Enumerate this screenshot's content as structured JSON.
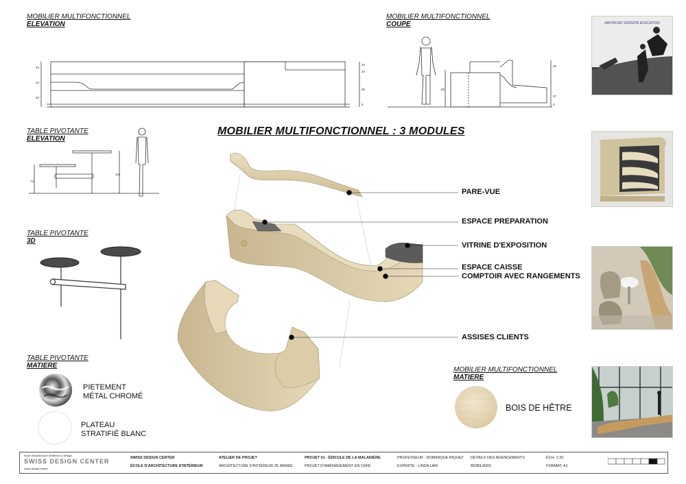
{
  "sections": {
    "elev_title": "MOBILIER MULTIFONCTIONNEL",
    "elev_sub": "ELEVATION",
    "coupe_title": "MOBILIER MULTIFONCTIONNEL",
    "coupe_sub": "COUPE",
    "table_elev_title": "TABLE PIVOTANTE",
    "table_elev_sub": "ELEVATION",
    "table_3d_title": "TABLE PIVOTANTE",
    "table_3d_sub": "3D",
    "table_mat_title": "TABLE PIVOTANTE",
    "table_mat_sub": "MATIERE",
    "mob_mat_title": "MOBILIER MULTIFONCTIONNEL",
    "mob_mat_sub": "MATIERE"
  },
  "main_title": "MOBILIER MULTIFONCTIONNEL : 3 MODULES",
  "callouts": [
    "PARE-VUE",
    "ESPACE PREPARATION",
    "VITRINE D'EXPOSITION",
    "ESPACE CAISSE",
    "COMPTOIR AVEC RANGEMENTS",
    "ASSISES CLIENTS"
  ],
  "materials": {
    "metal_line1": "PIETEMENT",
    "metal_line2": "MÉTAL CHROMÉ",
    "plateau_line1": "PLATEAU",
    "plateau_line2": "STRATIFIÉ BLANC",
    "wood": "BOIS DE HÊTRE"
  },
  "photo_caption": "ARCHICAD VERSION EDUCATION",
  "dims": {
    "elev": [
      "33",
      "34",
      "45"
    ],
    "elev_right": [
      "20",
      "20",
      "80",
      "5"
    ],
    "coupe_left": [
      "90"
    ],
    "coupe_right": [
      "20",
      "37",
      "5"
    ],
    "table_left": "73",
    "table_right": "110"
  },
  "footer": {
    "logo_top": "école d'architecture d'intérieur & design",
    "logo_main": "SWISS DESIGN CENTER",
    "logo_bottom": "swiss design center",
    "school1": "SWISS DESIGN CENTER",
    "school2": "ÉCOLE D'ARCHITECTURE D'INTÉRIEUR",
    "atelier1": "ATELIER DE PROJET",
    "atelier2": "ARCHITECTURE D'INTÉRIEUR 2E ANNÉE",
    "projet1": "PROJET 01 - ÉDICULE DE LA MALADIÈRE",
    "projet2": "PROJET D'AMÉNAGEMENT EN CAFÉ",
    "prof1": "PROFESSEUR : DOMINIQUE RIQUEZ",
    "prof2": "EXPERTE : LINDA LAM",
    "det1": "DÉTAILS DES AGENCEMENTS",
    "det2": "MOBILIERS",
    "ech1": "ÉCH. 1:20",
    "ech2": "FORMAT: A1"
  },
  "colors": {
    "wood_light": "#e6d7b9",
    "wood_mid": "#d2c09a",
    "wood_dark": "#a89570",
    "line": "#333333"
  }
}
